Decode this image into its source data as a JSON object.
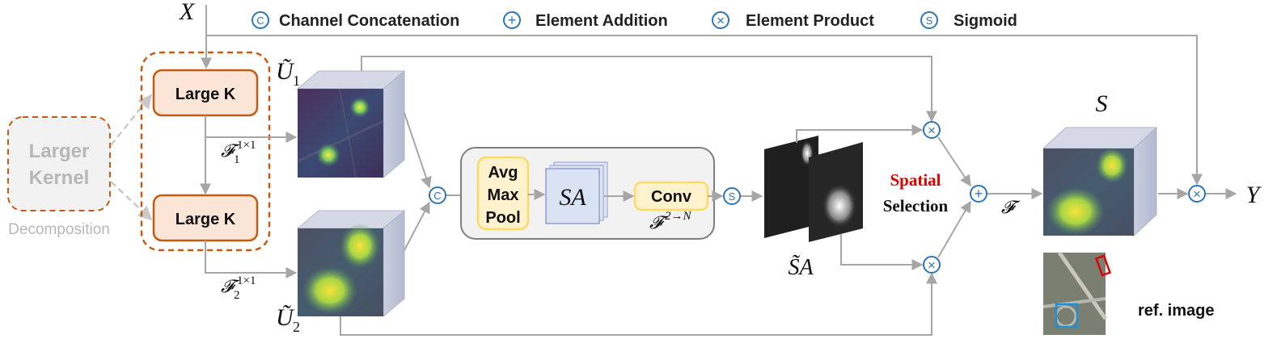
{
  "legend": {
    "concat_symbol": "C",
    "concat": "Channel Concatenation",
    "add_symbol": "+",
    "add": "Element Addition",
    "product_symbol": "×",
    "product": "Element Product",
    "sigmoid_symbol": "S",
    "sigmoid": "Sigmoid"
  },
  "input_label": "X",
  "output_label": "Y",
  "larger_kernel": {
    "line1": "Larger",
    "line2": "Kernel",
    "caption": "Decomposition"
  },
  "large_k_top": "Large K",
  "large_k_bottom": "Large K",
  "f1": {
    "base": "𝓕",
    "sub": "1",
    "sup": "1×1"
  },
  "f2": {
    "base": "𝓕",
    "sub": "2",
    "sup": "1×1"
  },
  "u1": {
    "base": "Ũ",
    "sub": "1"
  },
  "u2": {
    "base": "Ũ",
    "sub": "2"
  },
  "pool": {
    "line1": "Avg",
    "line2": "Max",
    "line3": "Pool"
  },
  "sa_label": "SA",
  "conv_label": "Conv",
  "conv_fn": {
    "base": "𝓕",
    "sup": "2→N"
  },
  "sa_tilde": "S̃A",
  "spatial": "Spatial",
  "selection": "Selection",
  "f_label": "𝓕",
  "s_label": "S",
  "ref_image": "ref. image",
  "colors": {
    "orange": "#c55a11",
    "orange_fill": "#fbe5d6",
    "arrow": "#a6a6a6",
    "blue": "#2e75b6",
    "red": "#e00000",
    "yellow": "#ffe699"
  }
}
